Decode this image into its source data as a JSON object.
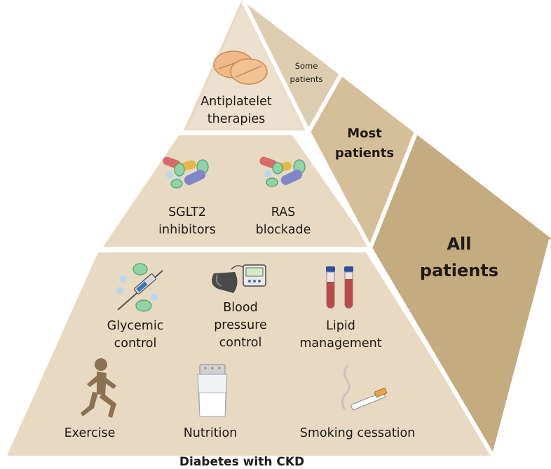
{
  "caption": "Diabetes with CKD",
  "side_tiers": {
    "some": [
      "Some",
      "patients"
    ],
    "most": [
      "Most",
      "patients"
    ],
    "all": [
      "All",
      "patients"
    ]
  },
  "tiers": {
    "top": {
      "items": [
        {
          "label": [
            "Antiplatelet",
            "therapies"
          ],
          "icon": "tablets-icon"
        }
      ]
    },
    "middle": {
      "items": [
        {
          "label": [
            "SGLT2",
            "inhibitors"
          ],
          "icon": "pills-icon"
        },
        {
          "label": [
            "RAS",
            "blockade"
          ],
          "icon": "pills-icon"
        }
      ]
    },
    "bottom": {
      "items": [
        {
          "label": [
            "Glycemic",
            "control"
          ],
          "icon": "syringe-icon"
        },
        {
          "label": [
            "Blood",
            "pressure",
            "control"
          ],
          "icon": "blood-pressure-monitor-icon"
        },
        {
          "label": [
            "Lipid",
            "management"
          ],
          "icon": "test-tubes-icon"
        },
        {
          "label": [
            "Exercise"
          ],
          "icon": "runner-icon"
        },
        {
          "label": [
            "Nutrition"
          ],
          "icon": "salt-shaker-icon"
        },
        {
          "label": [
            "Smoking cessation"
          ],
          "icon": "cigarette-icon"
        }
      ]
    }
  },
  "colors": {
    "front_face": "#e7d9c2",
    "side_light": "#ddcdb0",
    "side_mid": "#d4bf99",
    "side_dark": "#c4ab80",
    "edge": "#ffffff"
  }
}
